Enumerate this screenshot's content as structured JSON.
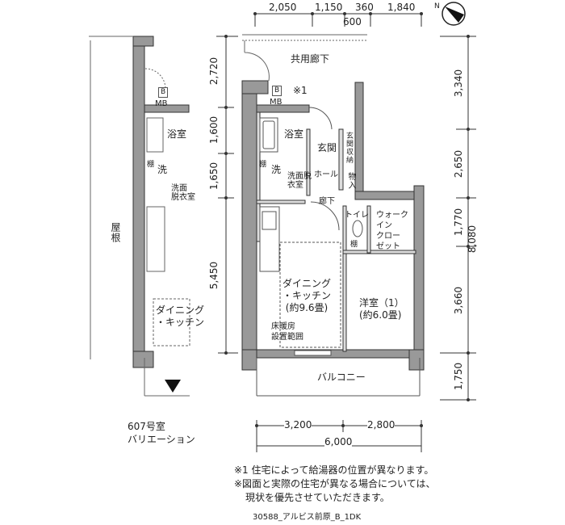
{
  "dimensions": {
    "top": [
      "2,050",
      "1,150",
      "360",
      "1,840"
    ],
    "top_sub": "600",
    "left": [
      "2,720",
      "1,600",
      "1,650",
      "5,450"
    ],
    "right": [
      "3,340",
      "2,650",
      "1,770",
      "3,660",
      "1,750"
    ],
    "right_total": "8,080",
    "bottom": [
      "3,200",
      "2,800"
    ],
    "bottom_total": "6,000"
  },
  "compass": {
    "label": "N"
  },
  "main_unit": {
    "corridor": "共用廊下",
    "boiler": "B",
    "boiler_note": "※1",
    "meter_box": "MB",
    "bath": "浴室",
    "entrance": "玄関",
    "entrance_storage": "玄関収納",
    "washer": "洗",
    "shelf": "棚",
    "washroom": "洗面脱衣室",
    "hall": "ホール",
    "storage": "物入",
    "hallway": "廊下",
    "toilet": "トイレ",
    "toilet_shelf": "棚",
    "walk_in_closet": [
      "ウォーク",
      "イン",
      "クロー",
      "ゼット"
    ],
    "dining_kitchen": [
      "ダイニング",
      "・キッチン",
      "(約9.6畳)"
    ],
    "floor_heating": [
      "床暖房",
      "設置範囲"
    ],
    "western_room": [
      "洋室（1）",
      "(約6.0畳)"
    ],
    "balcony": "バルコニー"
  },
  "variation_unit": {
    "boiler": "B",
    "meter_box": "MB",
    "bath": "浴室",
    "shelf": "棚",
    "washer": "洗",
    "washroom": [
      "洗面",
      "脱衣室"
    ],
    "roof": "屋根",
    "dining_kitchen": [
      "ダイニング",
      "・キッチン"
    ],
    "caption": [
      "607号室",
      "バリエーション"
    ]
  },
  "notes": [
    "※1 住宅によって給湯器の位置が異なります。",
    "※図面と実際の住宅が異なる場合については、",
    "現状を優先させていただきます。"
  ],
  "footer": "30588_アルビス前原_B_1DK"
}
